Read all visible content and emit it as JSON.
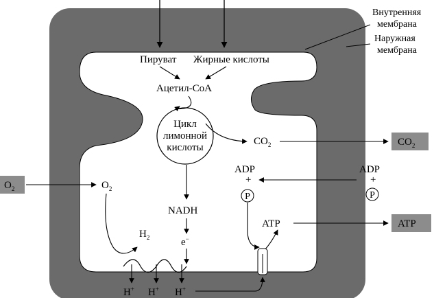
{
  "membranes": {
    "inner_line1": "Внутренняя",
    "inner_line2": "мембрана",
    "outer_line1": "Наружная",
    "outer_line2": "мембрана"
  },
  "inputs": {
    "pyruvate": "Пируват",
    "fatty_acids": "Жирные кислоты",
    "acetyl_coa": "Ацетил-CoA"
  },
  "cycle": {
    "line1": "Цикл",
    "line2": "лимонной",
    "line3": "кислоты"
  },
  "co2": {
    "base": "CO",
    "sub": "2"
  },
  "o2": {
    "base": "O",
    "sub": "2"
  },
  "h2": {
    "base": "H",
    "sub": "2"
  },
  "adp": "ADP",
  "plus": "+",
  "phosphate": "P",
  "atp": "ATP",
  "nadh": "NADH",
  "electron": {
    "base": "e",
    "sup": "−"
  },
  "proton": {
    "base": "H",
    "sup": "+"
  },
  "colors": {
    "membrane": "#6b6b6b",
    "ext_box": "#8c8c8c",
    "stroke": "#000000"
  }
}
